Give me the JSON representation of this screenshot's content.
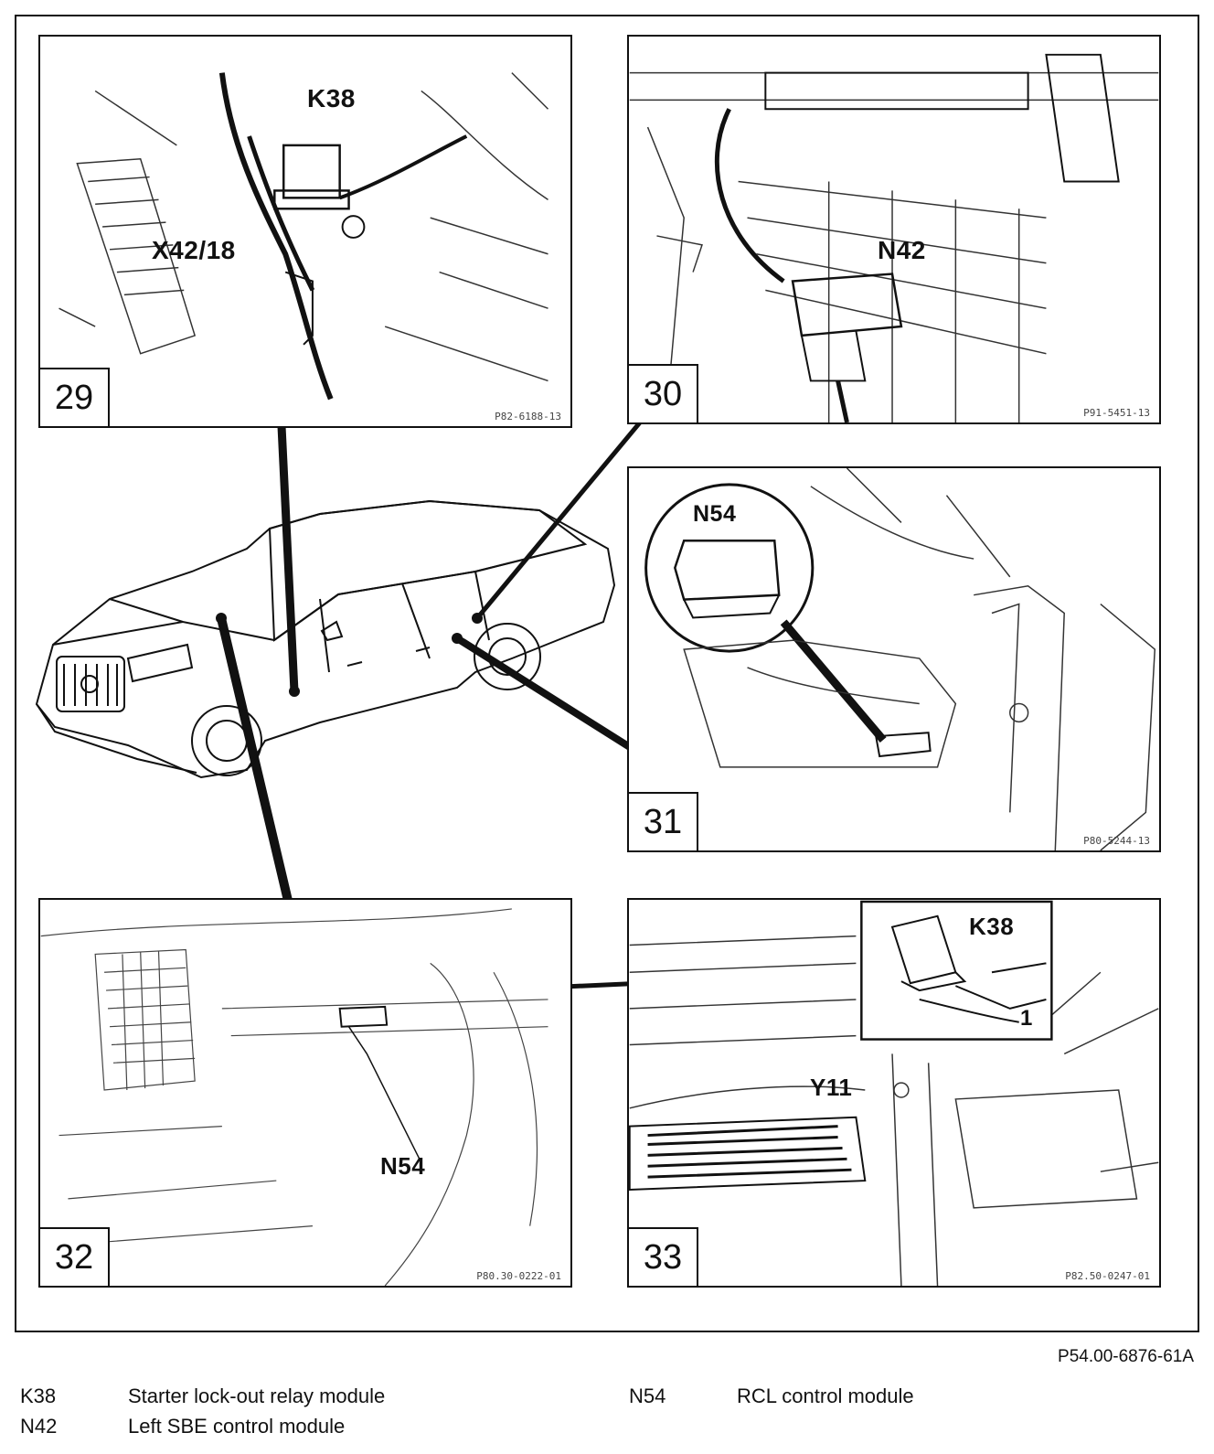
{
  "panels": [
    {
      "number": "29",
      "ref": "P82-6188-13",
      "labels": [
        "K38",
        "X42/18"
      ]
    },
    {
      "number": "30",
      "ref": "P91-5451-13",
      "labels": [
        "N42"
      ]
    },
    {
      "number": "31",
      "ref": "P80-5244-13",
      "labels": [
        "N54"
      ]
    },
    {
      "number": "32",
      "ref": "P80.30-0222-01",
      "labels": [
        "N54"
      ]
    },
    {
      "number": "33",
      "ref": "P82.50-0247-01",
      "labels": [
        "K38",
        "1",
        "Y11"
      ]
    }
  ],
  "figure_ref": "P54.00-6876-61A",
  "legend": [
    {
      "code": "K38",
      "desc": "Starter lock-out relay module"
    },
    {
      "code": "N42",
      "desc": "Left SBE control module"
    },
    {
      "code": "N54",
      "desc": "RCL control module"
    }
  ]
}
